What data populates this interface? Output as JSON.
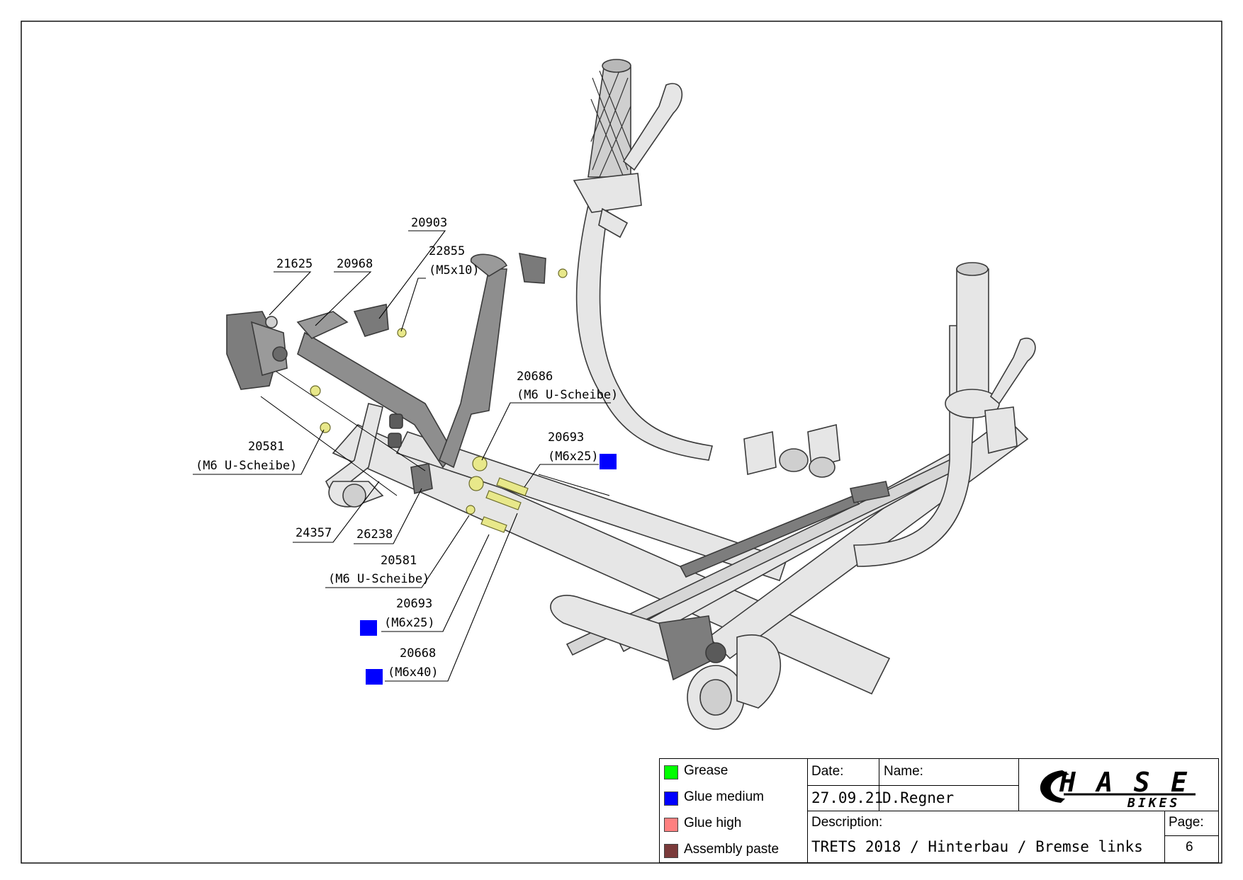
{
  "callouts": {
    "c21625": {
      "num": "21625"
    },
    "c20968": {
      "num": "20968"
    },
    "c20903": {
      "num": "20903"
    },
    "c22855": {
      "num": "22855",
      "sub": "(M5x10)"
    },
    "c20581a": {
      "num": "20581",
      "sub": "(M6 U-Scheibe)"
    },
    "c20686": {
      "num": "20686",
      "sub": "(M6 U-Scheibe)"
    },
    "c20693a": {
      "num": "20693",
      "sub": "(M6x25)"
    },
    "c24357": {
      "num": "24357"
    },
    "c26238": {
      "num": "26238"
    },
    "c20581b": {
      "num": "20581",
      "sub": "(M6 U-Scheibe)"
    },
    "c20693b": {
      "num": "20693",
      "sub": "(M6x25)"
    },
    "c20668": {
      "num": "20668",
      "sub": "(M6x40)"
    }
  },
  "colors": {
    "grease": "#00ff00",
    "glue_medium": "#0000ff",
    "glue_high": "#ff8080",
    "assembly_paste": "#7a3a3a",
    "hardware_yellow": "#e8e88a"
  },
  "legend": [
    {
      "label": "Grease",
      "color": "#00ff00"
    },
    {
      "label": "Glue medium",
      "color": "#0000ff"
    },
    {
      "label": "Glue high",
      "color": "#ff8080"
    },
    {
      "label": "Assembly paste",
      "color": "#7a3a3a"
    }
  ],
  "titleblock": {
    "date_label": "Date:",
    "date_value": "27.09.21",
    "name_label": "Name:",
    "name_value": "D.Regner",
    "description_label": "Description:",
    "description_value": "TRETS 2018 / Hinterbau / Bremse links",
    "page_label": "Page:",
    "page_value": "6",
    "logo_text": "HASE",
    "logo_sub": "BIKES"
  }
}
